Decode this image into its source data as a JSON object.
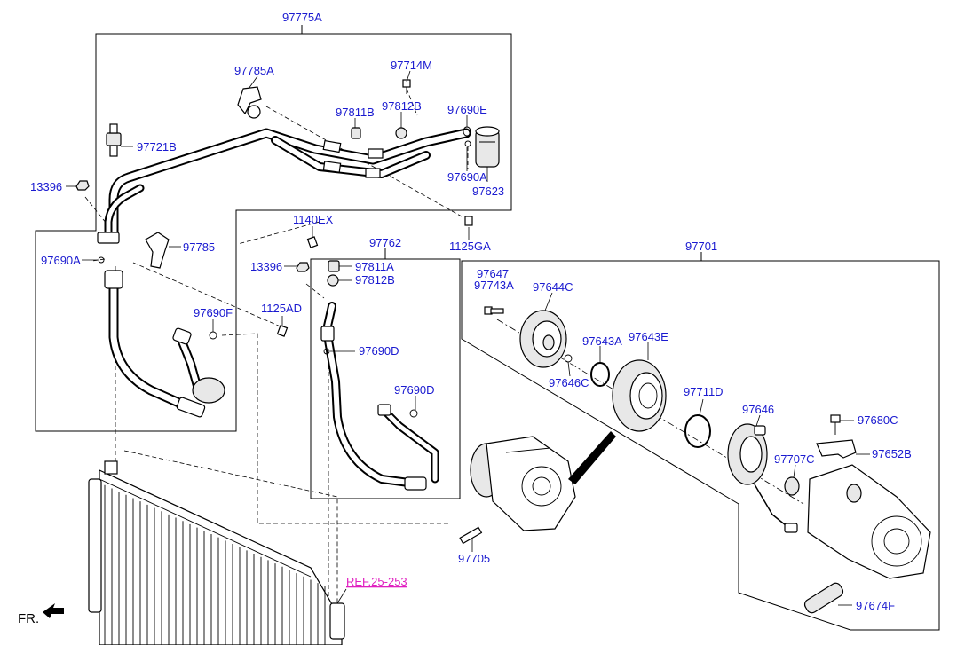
{
  "callouts": {
    "c97775A": "97775A",
    "c97785A": "97785A",
    "c97714M": "97714M",
    "c97811B": "97811B",
    "c97812B": "97812B",
    "c97690E": "97690E",
    "c97721B": "97721B",
    "c13396_top": "13396",
    "c97690A_right": "97690A",
    "c97623": "97623",
    "c1140EX": "1140EX",
    "c1125GA": "1125GA",
    "c97785": "97785",
    "c97690A_left": "97690A",
    "c97762": "97762",
    "c13396_mid": "13396",
    "c97811A": "97811A",
    "c97812B_mid": "97812B",
    "c97701": "97701",
    "c97647": "97647",
    "c97743A": "97743A",
    "c97644C": "97644C",
    "c97690F": "97690F",
    "c1125AD": "1125AD",
    "c97690D_a": "97690D",
    "c97643A": "97643A",
    "c97643E": "97643E",
    "c97646C": "97646C",
    "c97711D": "97711D",
    "c97690D_b": "97690D",
    "c97646": "97646",
    "c97680C": "97680C",
    "c97707C": "97707C",
    "c97652B": "97652B",
    "c97705": "97705",
    "c97674F": "97674F"
  },
  "reference": "REF.25-253",
  "direction_label": "FR.",
  "colors": {
    "callout": "#1a1ad0",
    "reference": "#e020c0",
    "lines": "#000000"
  }
}
